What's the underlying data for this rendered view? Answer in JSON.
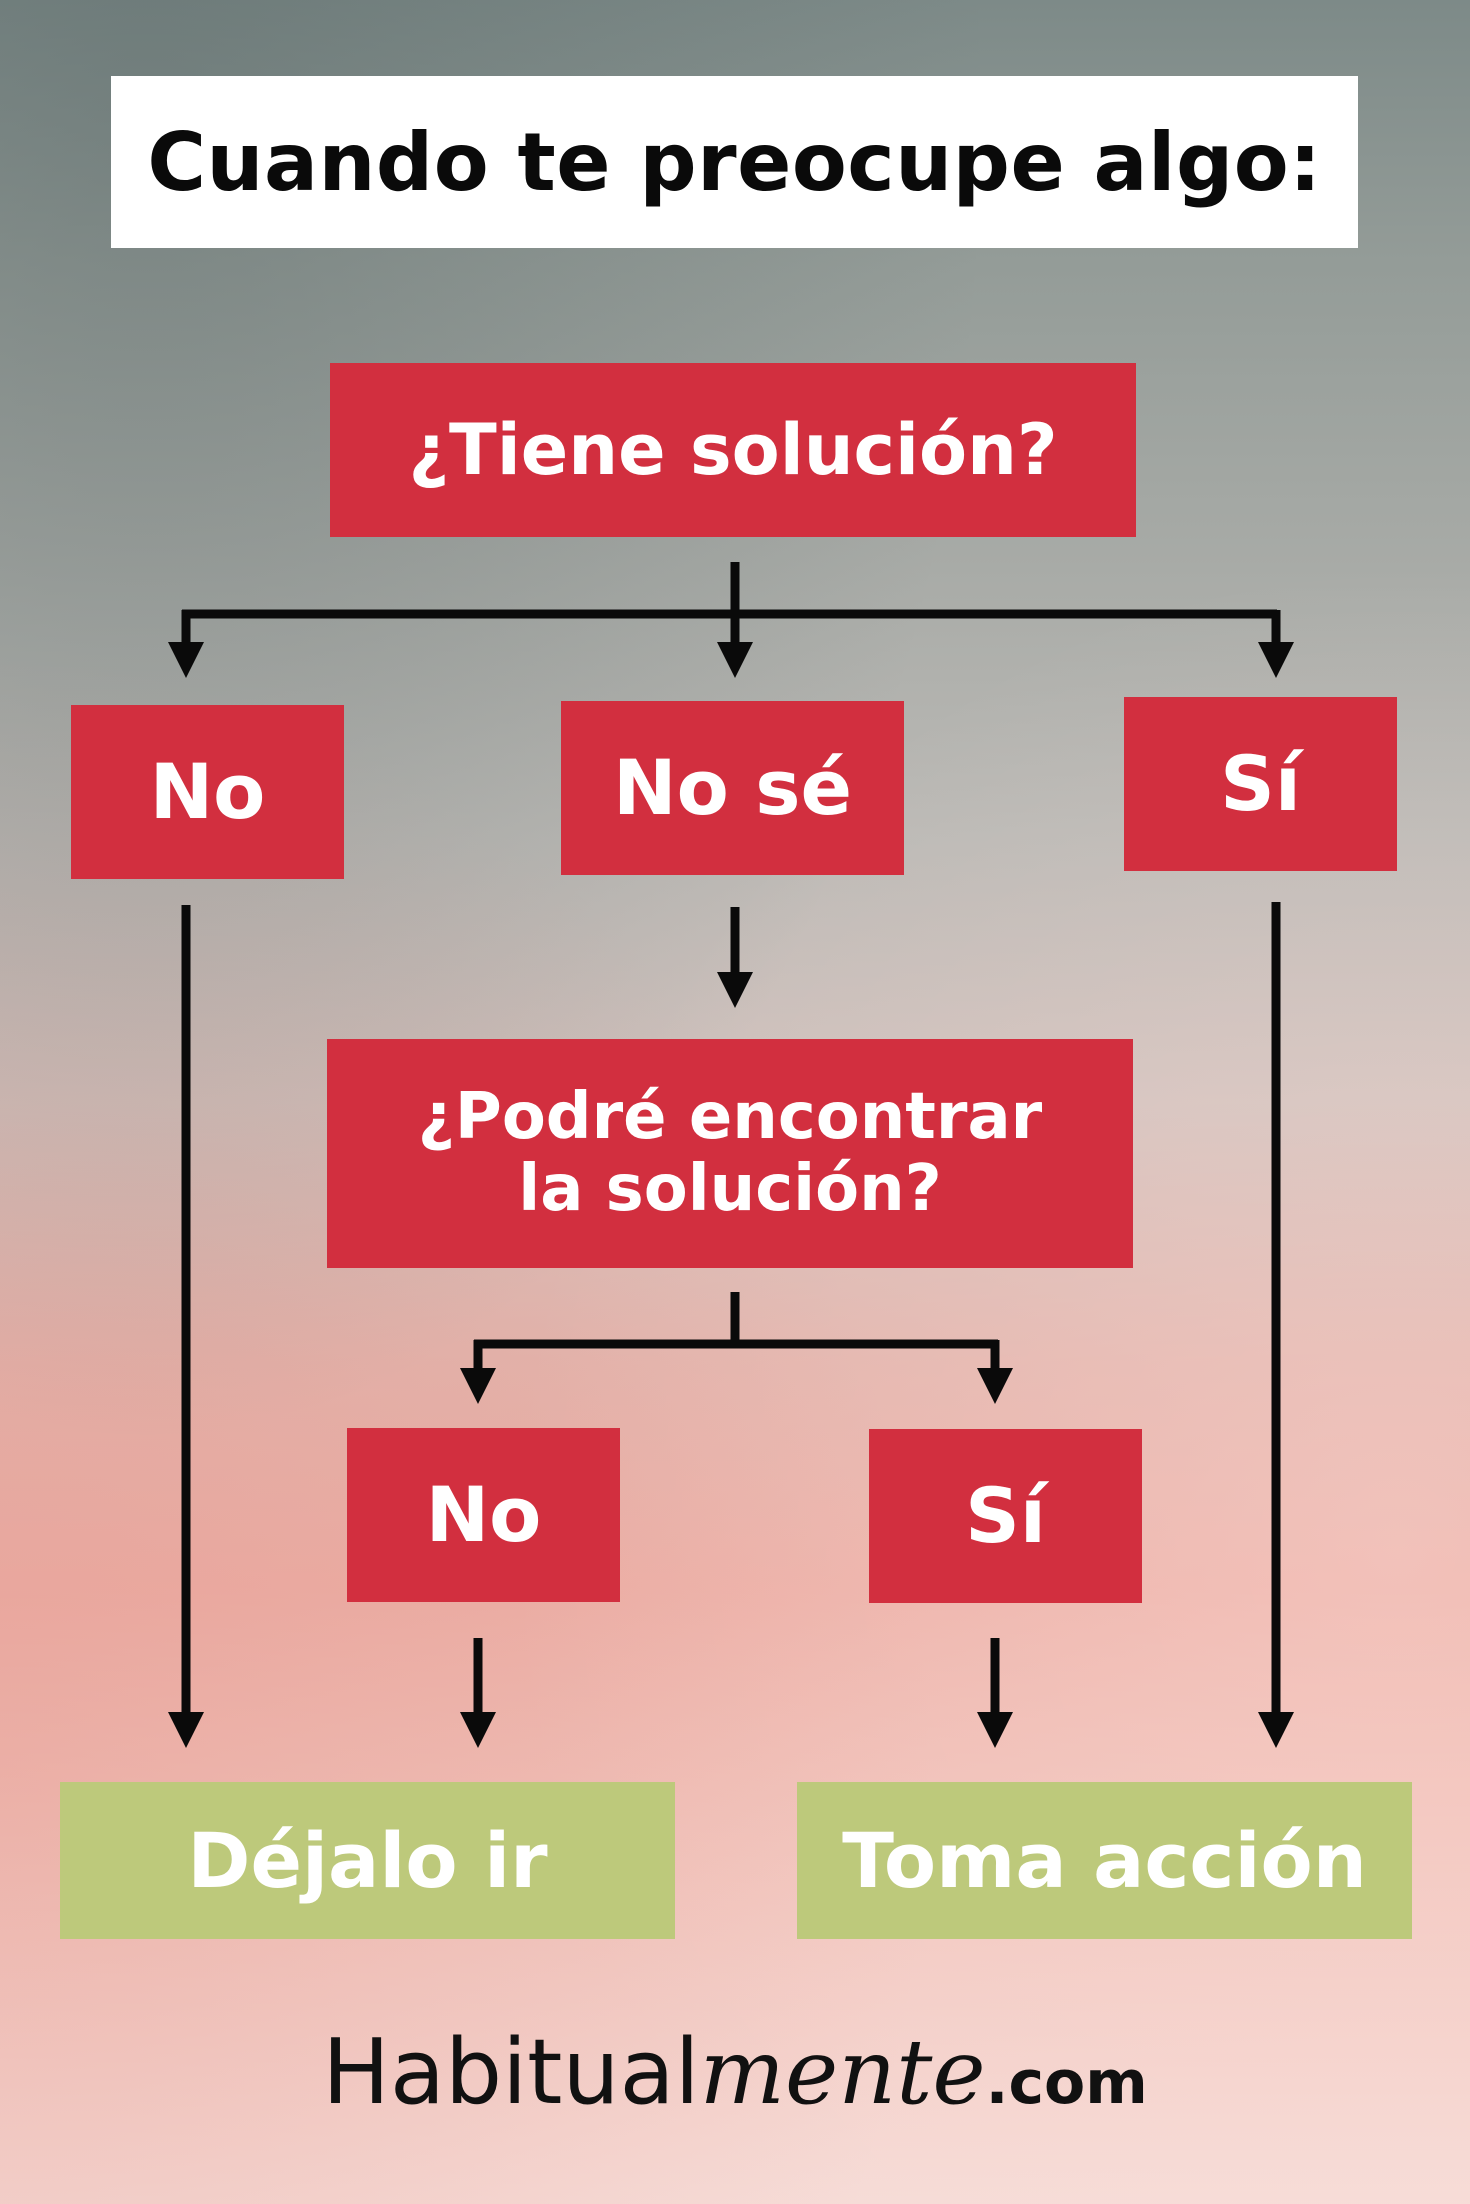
{
  "title": "Cuando te preocupe algo:",
  "colors": {
    "question_box": "#d22f3f",
    "outcome_box": "#bdc97b",
    "title_box": "#ffffff",
    "arrows": "#0a0a0a"
  },
  "nodes": {
    "q1": "¿Tiene solución?",
    "q1_no": "No",
    "q1_nose": "No sé",
    "q1_si": "Sí",
    "q2_line1": "¿Podré encontrar",
    "q2_line2": "la solución?",
    "q2_no": "No",
    "q2_si": "Sí",
    "outcome_let_go": "Déjalo ir",
    "outcome_act": "Toma acción"
  },
  "edges": [
    {
      "from": "q1",
      "to": "q1_no"
    },
    {
      "from": "q1",
      "to": "q1_nose"
    },
    {
      "from": "q1",
      "to": "q1_si"
    },
    {
      "from": "q1_nose",
      "to": "q2"
    },
    {
      "from": "q2",
      "to": "q2_no"
    },
    {
      "from": "q2",
      "to": "q2_si"
    },
    {
      "from": "q1_no",
      "to": "outcome_let_go"
    },
    {
      "from": "q2_no",
      "to": "outcome_let_go"
    },
    {
      "from": "q2_si",
      "to": "outcome_act"
    },
    {
      "from": "q1_si",
      "to": "outcome_act"
    }
  ],
  "brand": {
    "main": "Habitual",
    "italic": "mente",
    "tld": ".com"
  }
}
